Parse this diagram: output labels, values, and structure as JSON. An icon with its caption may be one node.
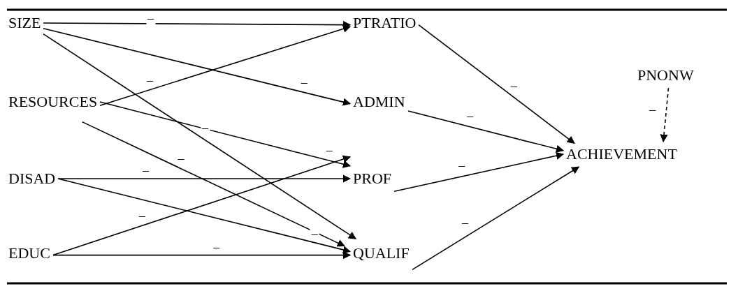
{
  "diagram": {
    "nodes": [
      {
        "text": [
          "SIZE"
        ]
      },
      {
        "text": [
          "RESOURCES"
        ]
      },
      {
        "text": [
          "DISAD"
        ]
      },
      {
        "text": [
          "EDUC"
        ]
      },
      {
        "text": [
          "PTRATIO"
        ]
      },
      {
        "text": [
          "ADMIN"
        ]
      },
      {
        "text": [
          "PROF"
        ]
      },
      {
        "text": [
          "QUALIF"
        ]
      },
      {
        "text": [
          "ACHIEVEMENT"
        ]
      },
      {
        "text": [
          "PNONW"
        ]
      }
    ],
    "edges": [
      {
        "from": 0,
        "to": 4,
        "arrow": "to",
        "label": "–"
      },
      {
        "from": 0,
        "to": 5,
        "arrow": "to",
        "label": "–"
      },
      {
        "from": 0,
        "to": 7,
        "arrow": "to",
        "label": "–"
      },
      {
        "from": 1,
        "to": 4,
        "arrow": "to",
        "label": "–"
      },
      {
        "from": 1,
        "to": 6,
        "arrow": "to",
        "label": "–"
      },
      {
        "from": 1,
        "to": 7,
        "arrow": "to",
        "label": "–"
      },
      {
        "from": 2,
        "to": 6,
        "arrow": "to",
        "label": "–"
      },
      {
        "from": 2,
        "to": 7,
        "arrow": "to",
        "label": "–"
      },
      {
        "from": 3,
        "to": 6,
        "arrow": "to",
        "label": "–"
      },
      {
        "from": 3,
        "to": 7,
        "arrow": "to",
        "label": "–"
      },
      {
        "from": 4,
        "to": 8,
        "arrow": "to",
        "label": "–"
      },
      {
        "from": 5,
        "to": 8,
        "arrow": "to",
        "label": "–"
      },
      {
        "from": 6,
        "to": 8,
        "arrow": "to",
        "label": "–"
      },
      {
        "from": 7,
        "to": 8,
        "arrow": "to",
        "label": "–"
      },
      {
        "from": 9,
        "to": 8,
        "arrow": "to",
        "label": "–",
        "style": "dashed"
      }
    ]
  }
}
